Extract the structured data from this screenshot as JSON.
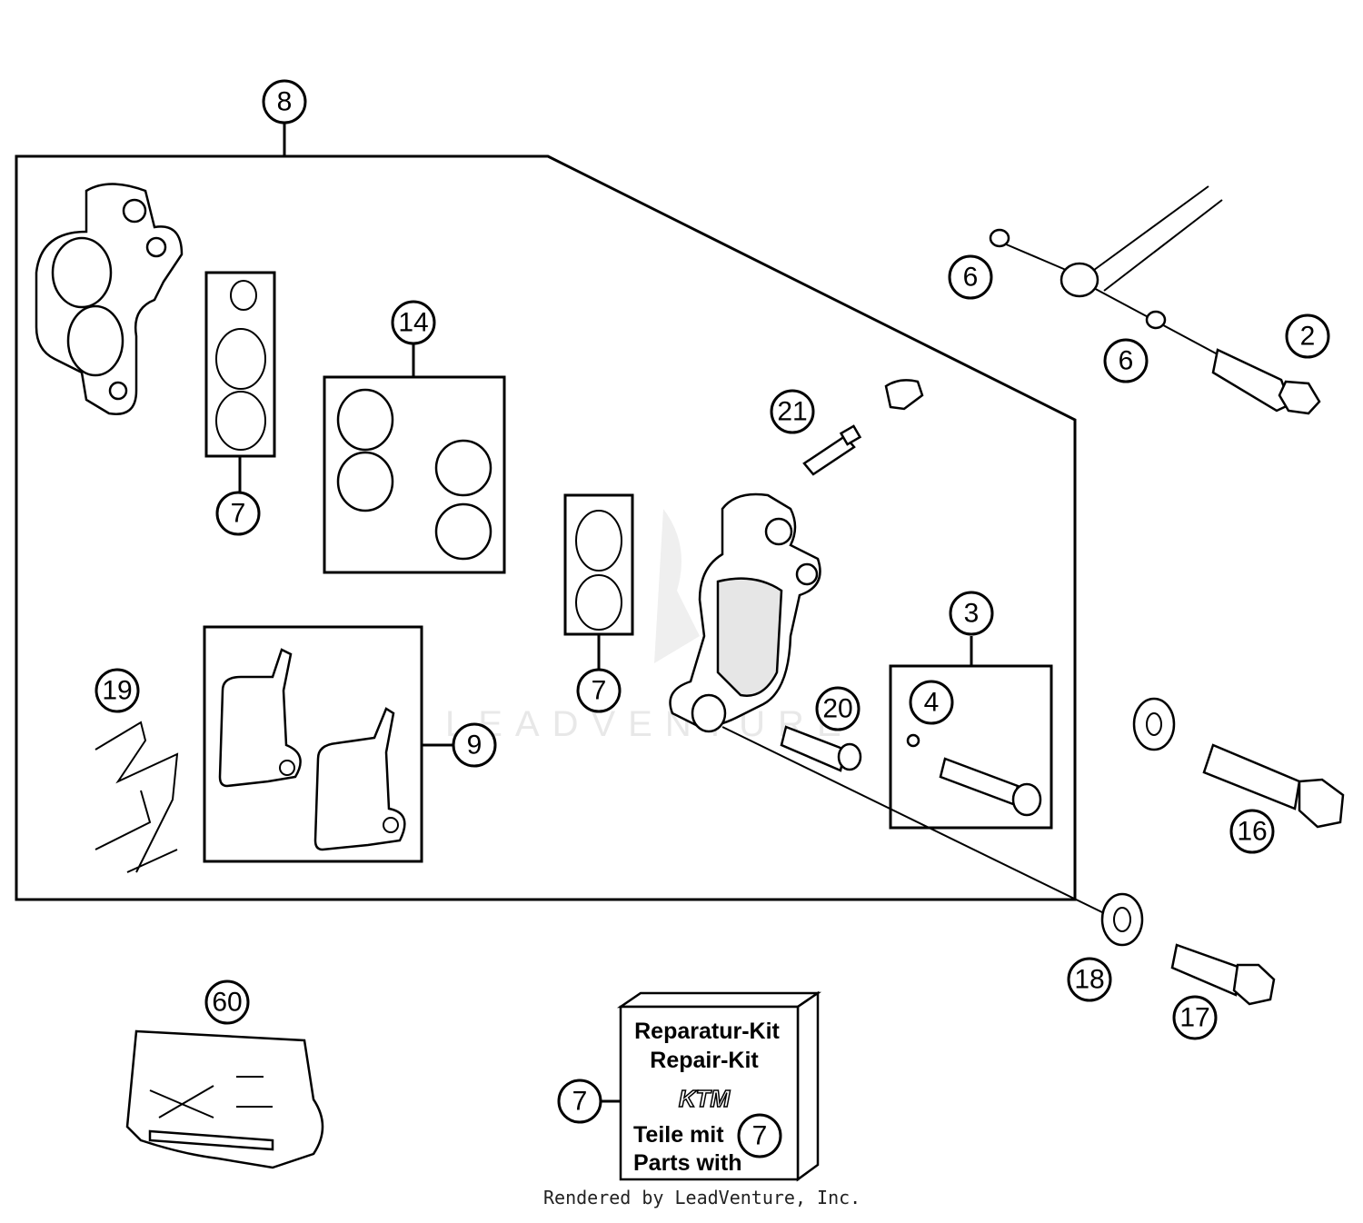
{
  "callouts": {
    "c8": "8",
    "c7a": "7",
    "c14": "14",
    "c7b": "7",
    "c19": "19",
    "c9": "9",
    "c21": "21",
    "c6a": "6",
    "c6b": "6",
    "c2": "2",
    "c3": "3",
    "c4": "4",
    "c20": "20",
    "c16": "16",
    "c18": "18",
    "c17": "17",
    "c60": "60",
    "c7c": "7",
    "c7d": "7"
  },
  "kit": {
    "line1": "Reparatur-Kit",
    "line2": "Repair-Kit",
    "brand": "KTM",
    "line3": "Teile mit",
    "line4": "Parts with"
  },
  "watermark": "LEADVENTURE",
  "credit": "Rendered by LeadVenture, Inc."
}
